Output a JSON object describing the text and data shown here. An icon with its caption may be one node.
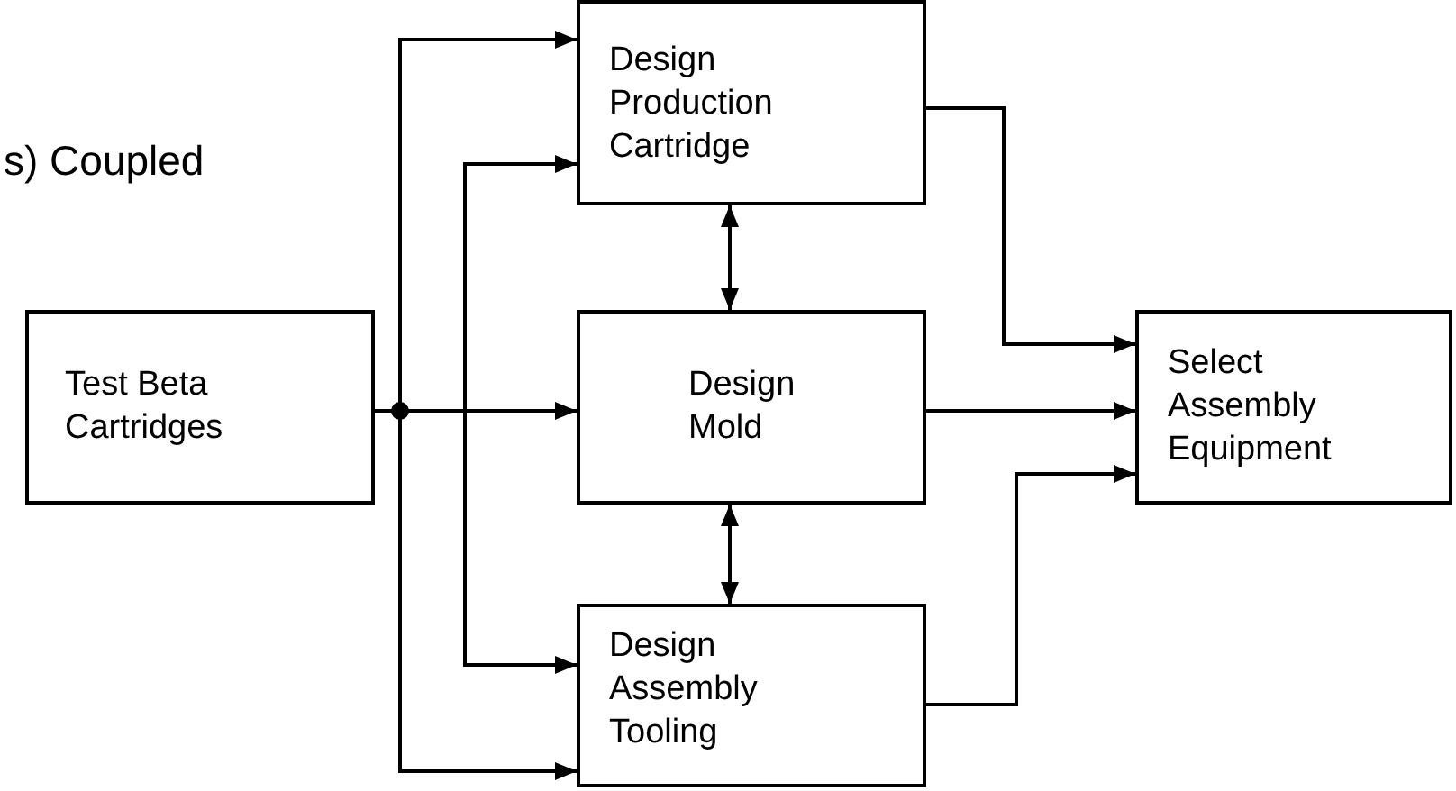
{
  "diagram": {
    "title": "s) Coupled",
    "nodes": [
      {
        "text": [
          "Test Beta Cartridges"
        ]
      },
      {
        "text": [
          "Design Production Cartridge"
        ]
      },
      {
        "text": [
          "Design Mold"
        ]
      },
      {
        "text": [
          "Design Assembly Tooling"
        ]
      },
      {
        "text": [
          "Select Assembly Equipment"
        ]
      }
    ],
    "edges": [
      {
        "from": 0,
        "to": 1,
        "arrow": "to"
      },
      {
        "from": 0,
        "to": 1,
        "arrow": "to"
      },
      {
        "from": 0,
        "to": 2,
        "arrow": "to"
      },
      {
        "from": 0,
        "to": 3,
        "arrow": "to"
      },
      {
        "from": 0,
        "to": 3,
        "arrow": "to"
      },
      {
        "from": 1,
        "to": 2,
        "arrow": "both"
      },
      {
        "from": 2,
        "to": 3,
        "arrow": "both"
      },
      {
        "from": 1,
        "to": 4,
        "arrow": "to"
      },
      {
        "from": 2,
        "to": 4,
        "arrow": "to"
      },
      {
        "from": 3,
        "to": 4,
        "arrow": "to"
      }
    ]
  }
}
